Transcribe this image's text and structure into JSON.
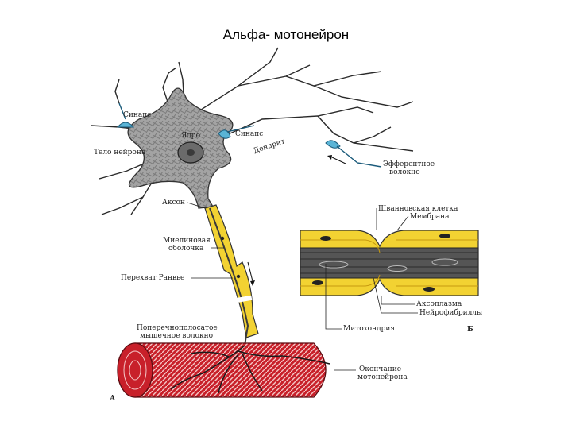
{
  "title": "Альфа- мотонейрон",
  "labels": {
    "synapse_top": "Синапс",
    "nucleus": "Ядро",
    "synapse_right": "Синапс",
    "dendrite": "Дендрит",
    "cell_body": "Тело нейрона",
    "efferent_1": "Эфферентное",
    "efferent_2": "волокно",
    "axon": "Аксон",
    "myelin_1": "Миелиновая",
    "myelin_2": "оболочка",
    "ranvier": "Перехват Ранвье",
    "muscle_1": "Поперечнополосатое",
    "muscle_2": "мышечное волокно",
    "ending_1": "Окончание",
    "ending_2": "мотонейрона",
    "schwann": "Шванновская клетка",
    "membrane": "Мембрана",
    "axoplasm": "Аксоплазма",
    "neurofibrils": "Нейрофибриллы",
    "mitochondria": "Митохондрия",
    "letter_a": "А",
    "letter_b": "Б"
  },
  "colors": {
    "soma": "#9a9a9a",
    "synapse": "#5ab4d6",
    "myelin": "#f2d232",
    "muscle": "#c8202a",
    "axon": "#3a3a3a"
  }
}
